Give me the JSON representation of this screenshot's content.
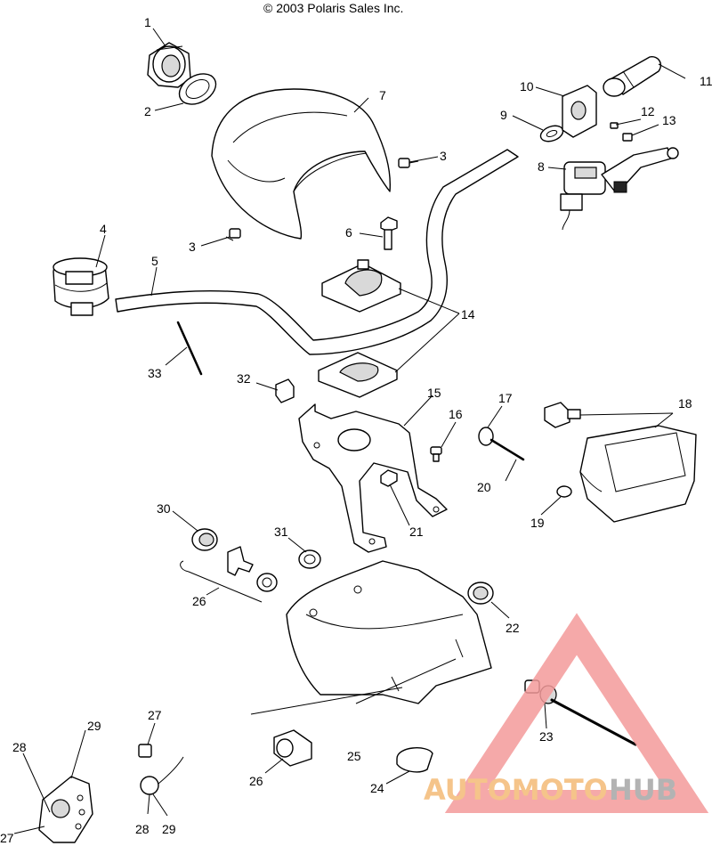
{
  "copyright": "© 2003 Polaris Sales Inc.",
  "callouts": {
    "c1": "1",
    "c2": "2",
    "c3a": "3",
    "c3b": "3",
    "c4": "4",
    "c5": "5",
    "c6": "6",
    "c7": "7",
    "c8": "8",
    "c9": "9",
    "c10": "10",
    "c11": "11",
    "c12": "12",
    "c13": "13",
    "c14": "14",
    "c15": "15",
    "c16": "16",
    "c17": "17",
    "c18": "18",
    "c19": "19",
    "c20": "20",
    "c21": "21",
    "c22": "22",
    "c23": "23",
    "c24": "24",
    "c25": "25",
    "c26a": "26",
    "c26b": "26",
    "c27a": "27",
    "c27b": "27",
    "c28a": "28",
    "c28b": "28",
    "c29a": "29",
    "c29b": "29",
    "c30": "30",
    "c31": "31",
    "c32": "32",
    "c33": "33"
  },
  "watermark": {
    "text_part1": "AUTOMOTO",
    "text_part2": "HUB",
    "color_triangle": "#f39a9a",
    "color_text1": "#f5c48a",
    "color_text2": "#b3b3b3"
  }
}
